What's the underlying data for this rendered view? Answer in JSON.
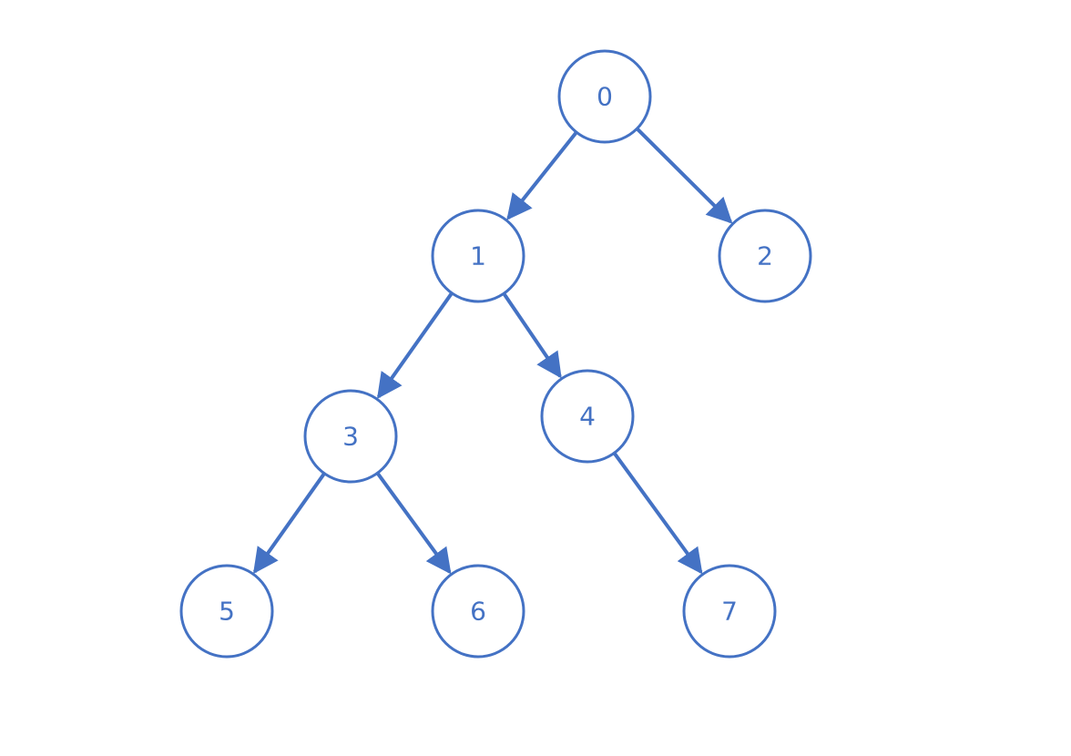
{
  "colors": {
    "accent": "#4472C4",
    "background": "#FFFFFF"
  },
  "tree": {
    "nodes": [
      {
        "id": "0",
        "label": "0"
      },
      {
        "id": "1",
        "label": "1"
      },
      {
        "id": "2",
        "label": "2"
      },
      {
        "id": "3",
        "label": "3"
      },
      {
        "id": "4",
        "label": "4"
      },
      {
        "id": "5",
        "label": "5"
      },
      {
        "id": "6",
        "label": "6"
      },
      {
        "id": "7",
        "label": "7"
      }
    ],
    "edges": [
      {
        "from": "0",
        "to": "1"
      },
      {
        "from": "0",
        "to": "2"
      },
      {
        "from": "1",
        "to": "3"
      },
      {
        "from": "1",
        "to": "4"
      },
      {
        "from": "3",
        "to": "5"
      },
      {
        "from": "3",
        "to": "6"
      },
      {
        "from": "4",
        "to": "7"
      }
    ]
  }
}
